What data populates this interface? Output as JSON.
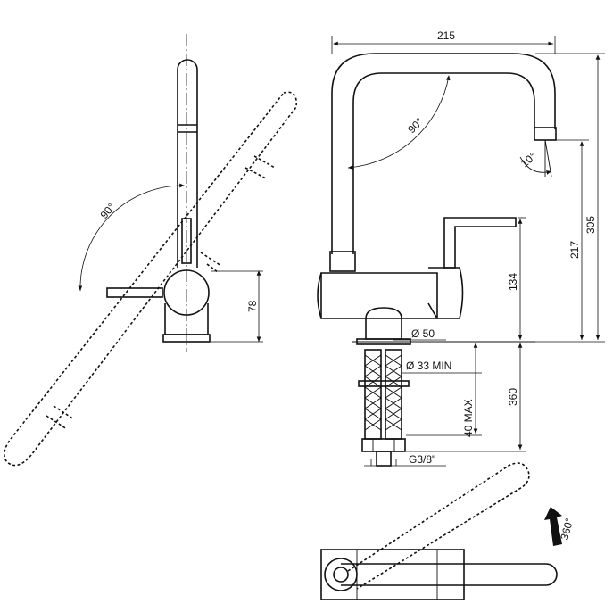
{
  "dimensions": {
    "top_width": "215",
    "total_height": "305",
    "spout_height": "217",
    "body_height": "134",
    "under_length": "360",
    "hole_diameter": "Ø 50",
    "hole_min": "Ø 33 MIN",
    "deck_max": "40 MAX",
    "thread": "G3/8\"",
    "side_height": "78"
  },
  "angles": {
    "lever_swing": "90°",
    "spout_arc": "90°",
    "outlet_tilt": "10°",
    "rotation": "360°"
  }
}
